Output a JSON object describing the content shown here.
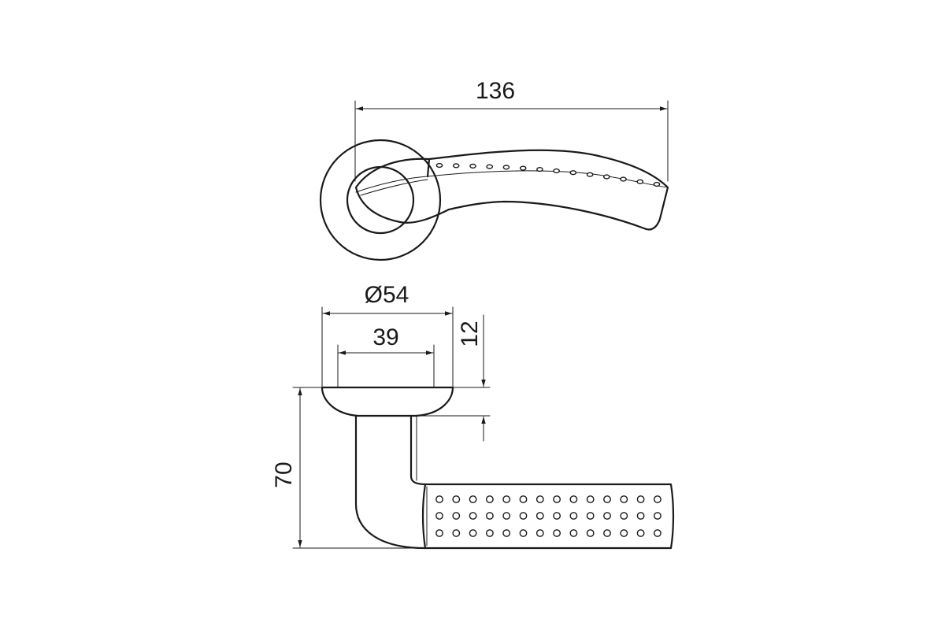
{
  "dimensions": {
    "length": "136",
    "rose_diameter": "Ø54",
    "rose_inner": "39",
    "rose_height": "12",
    "total_height": "70"
  },
  "colors": {
    "line": "#1a1a1a",
    "background": "#ffffff"
  }
}
